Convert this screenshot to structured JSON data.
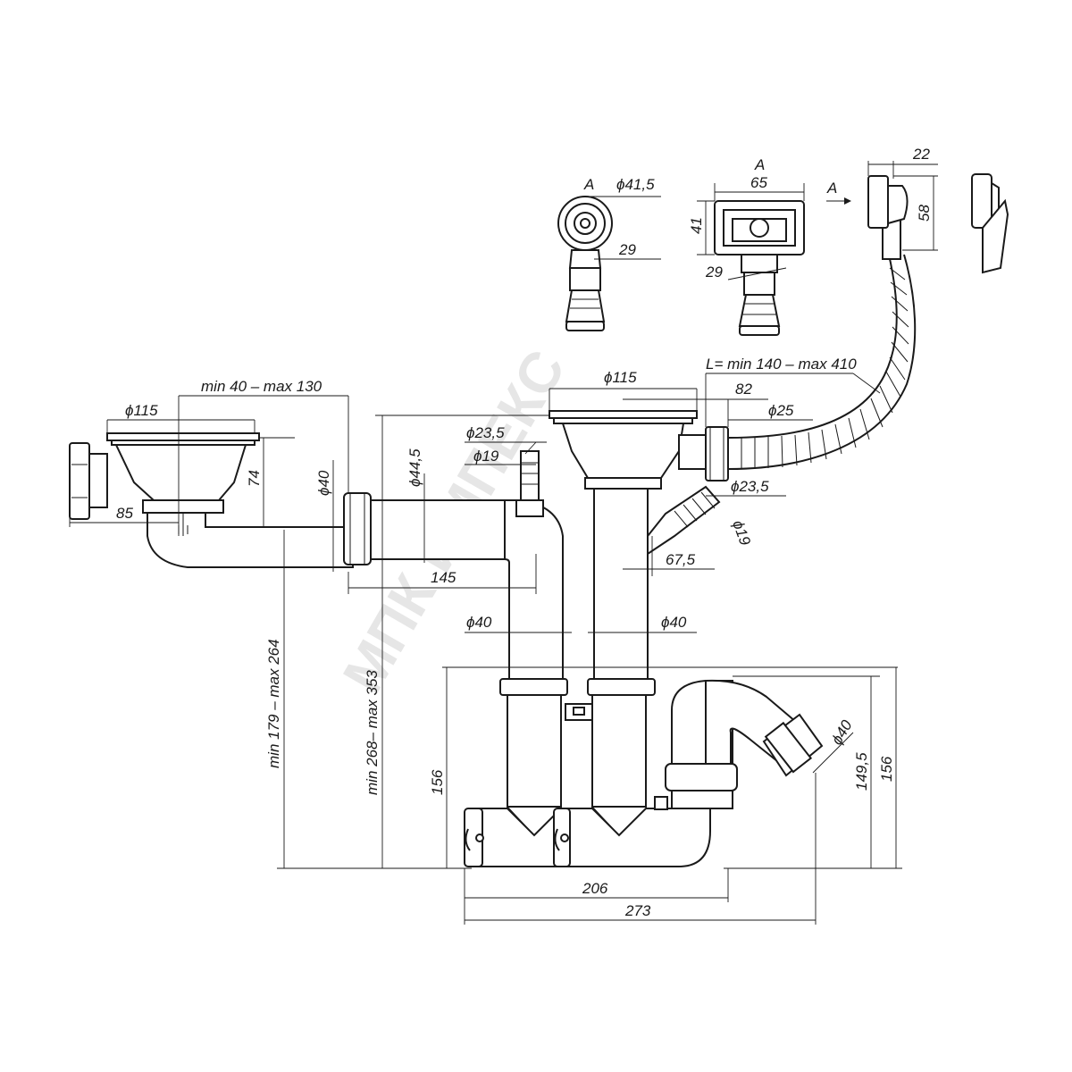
{
  "watermark": "МПК ИМПЕКС",
  "dimensions": {
    "d115_left": "ϕ115",
    "min40_max130": "min 40 – max 130",
    "d_74": "74",
    "d40_left": "ϕ40",
    "d_85": "85",
    "d44_5": "ϕ44,5",
    "d23_5_top": "ϕ23,5",
    "d19_top": "ϕ19",
    "d_145": "145",
    "d115_center": "ϕ115",
    "d_82": "82",
    "d25": "ϕ25",
    "d23_5_right": "ϕ23,5",
    "d19_right": "ϕ19",
    "d_67_5": "67,5",
    "d40_mid_left": "ϕ40",
    "d40_mid_right": "ϕ40",
    "hose_length": "L= min 140 – max 410",
    "min179_max264": "min 179 – max 264",
    "min268_max353": "min 268– max 353",
    "d_156_left": "156",
    "d40_trap": "ϕ40",
    "d_149_5": "149,5",
    "d_156_right": "156",
    "d_206": "206",
    "d_273": "273",
    "view_a_label_1": "A",
    "d41_5": "ϕ41,5",
    "d_29_a": "29",
    "view_a_label_2": "A",
    "d_65": "65",
    "d_41": "41",
    "d_29_b": "29",
    "view_a_arrow_label": "A",
    "d_22": "22",
    "d_58": "58"
  }
}
